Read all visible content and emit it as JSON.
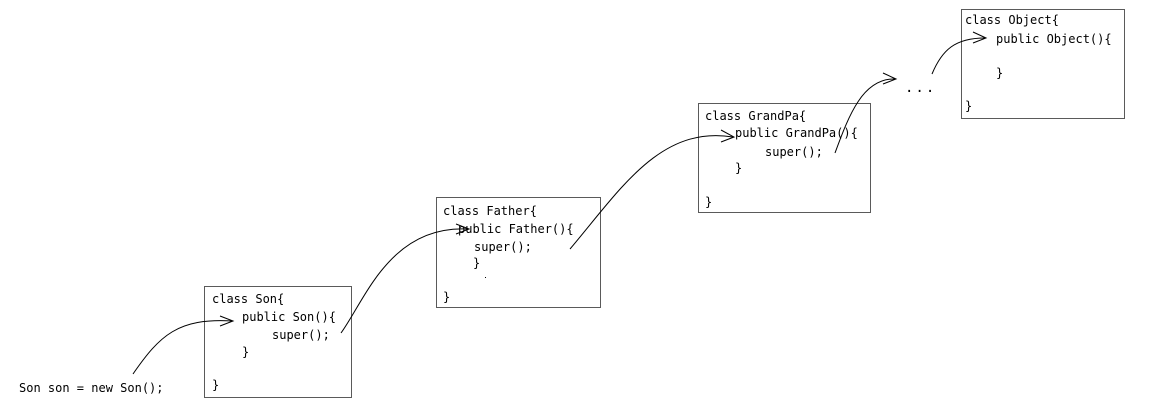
{
  "entry_statement": "Son son = new Son();",
  "ellipsis": "...",
  "classes": {
    "son": {
      "header": "class Son{",
      "constructor": "public Son(){",
      "super_call": "super();",
      "constructor_close": "}",
      "class_close": "}"
    },
    "father": {
      "header": "class Father{",
      "constructor": "public Father(){",
      "super_call": "super();",
      "constructor_close": "}",
      "class_close": "}"
    },
    "grandpa": {
      "header": "class GrandPa{",
      "constructor": "public GrandPa(){",
      "super_call": "super();",
      "constructor_close": "}",
      "class_close": "}"
    },
    "object": {
      "header": "class Object{",
      "constructor": "public Object(){",
      "constructor_close": "}",
      "class_close": "}"
    }
  }
}
